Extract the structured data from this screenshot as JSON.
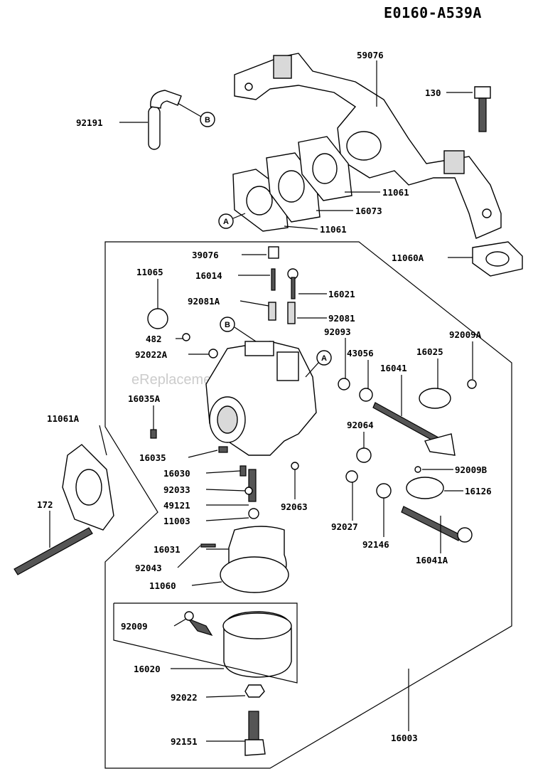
{
  "diagram_code": "E0160-A539A",
  "watermark": "eReplacementParts.com",
  "reference_markers": {
    "a": "A",
    "b": "B"
  },
  "part_numbers": {
    "p59076": "59076",
    "p130": "130",
    "p92191": "92191",
    "p11061_top": "11061",
    "p16073": "16073",
    "p11061_lower": "11061",
    "p11060a": "11060A",
    "p39076": "39076",
    "p11065": "11065",
    "p16014": "16014",
    "p16021": "16021",
    "p92081a": "92081A",
    "p92081": "92081",
    "p92093": "92093",
    "p482": "482",
    "p92009a": "92009A",
    "p43056": "43056",
    "p16025": "16025",
    "p92022a": "92022A",
    "p16041": "16041",
    "p16035a": "16035A",
    "p11061a": "11061A",
    "p92064": "92064",
    "p16035": "16035",
    "p16030": "16030",
    "p92009b": "92009B",
    "p92033": "92033",
    "p16126": "16126",
    "p49121": "49121",
    "p92063": "92063",
    "p172": "172",
    "p11003": "11003",
    "p92027": "92027",
    "p92146": "92146",
    "p16031": "16031",
    "p16041a": "16041A",
    "p92043": "92043",
    "p11060": "11060",
    "p92009": "92009",
    "p16020": "16020",
    "p92022": "92022",
    "p92151": "92151",
    "p16003": "16003"
  }
}
